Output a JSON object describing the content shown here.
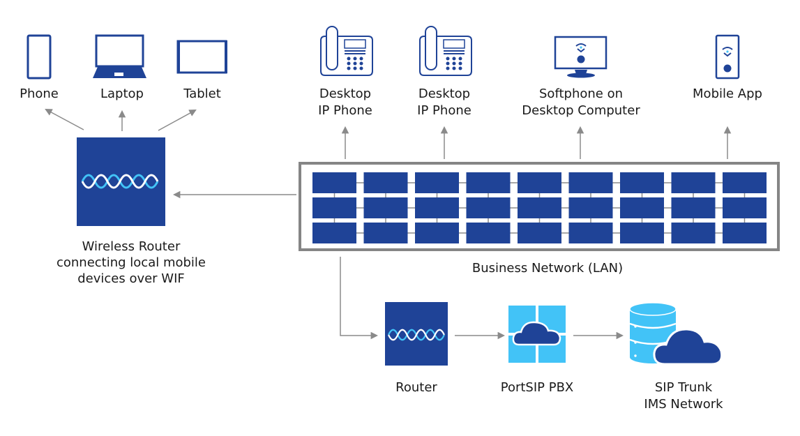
{
  "colors": {
    "navy": "#1f4397",
    "sky": "#42c3f7",
    "arrow": "#8a8a8a",
    "lan_border": "#858585"
  },
  "devices_top": [
    {
      "id": "phone",
      "label": [
        "Phone"
      ],
      "icon": "smartphone-icon"
    },
    {
      "id": "laptop",
      "label": [
        "Laptop"
      ],
      "icon": "laptop-icon"
    },
    {
      "id": "tablet",
      "label": [
        "Tablet"
      ],
      "icon": "tablet-icon"
    },
    {
      "id": "desk-ip-1",
      "label": [
        "Desktop",
        "IP Phone"
      ],
      "icon": "desk-phone-icon"
    },
    {
      "id": "desk-ip-2",
      "label": [
        "Desktop",
        "IP Phone"
      ],
      "icon": "desk-phone-icon"
    },
    {
      "id": "softphone",
      "label": [
        "Softphone on",
        "Desktop Computer"
      ],
      "icon": "monitor-softphone-icon"
    },
    {
      "id": "mobile-app",
      "label": [
        "Mobile App"
      ],
      "icon": "mobile-app-icon"
    }
  ],
  "wireless_router": {
    "label": [
      "Wireless Router",
      "connecting local mobile",
      "devices over WIF"
    ],
    "icon": "router-wave-icon"
  },
  "lan": {
    "label": "Business Network (LAN)",
    "rows": 3,
    "cols": 9
  },
  "bottom_chain": [
    {
      "id": "router",
      "label": [
        "Router"
      ],
      "icon": "router-wave-icon"
    },
    {
      "id": "pbx",
      "label": [
        "PortSIP PBX"
      ],
      "icon": "pbx-cloud-icon"
    },
    {
      "id": "sip-trunk",
      "label": [
        "SIP Trunk",
        "IMS Network"
      ],
      "icon": "database-cloud-icon"
    }
  ]
}
